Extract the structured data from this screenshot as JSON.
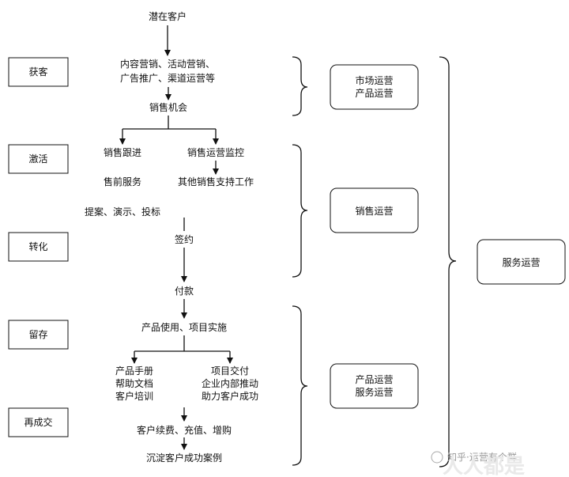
{
  "flow": {
    "top": "潜在客户",
    "acquire_line1": "内容营销、活动营销、",
    "acquire_line2": "广告推广、渠道运营等",
    "opportunity": "销售机会",
    "sales_followup": "销售跟进",
    "sales_ops_monitor": "销售运营监控",
    "presales": "售前服务",
    "other_support": "其他销售支持工作",
    "proposal": "提案、演示、投标",
    "contract": "签约",
    "payment": "付款",
    "product_use": "产品使用、项目实施",
    "left_docs": [
      "产品手册",
      "帮助文档",
      "客户培训"
    ],
    "right_delivery": [
      "项目交付",
      "企业内部推动",
      "助力客户成功"
    ],
    "renewal": "客户续费、充值、增购",
    "cases": "沉淀客户成功案例"
  },
  "stages": [
    "获客",
    "激活",
    "转化",
    "留存",
    "再成交"
  ],
  "ops_boxes": {
    "market": [
      "市场运营",
      "产品运营"
    ],
    "sales": [
      "销售运营"
    ],
    "product": [
      "产品运营",
      "服务运营"
    ],
    "service": [
      "服务运营"
    ]
  },
  "watermark": {
    "text": "知乎·运营有个群",
    "logo": "人人都是"
  },
  "colors": {
    "stroke": "#111111",
    "background": "#ffffff"
  }
}
